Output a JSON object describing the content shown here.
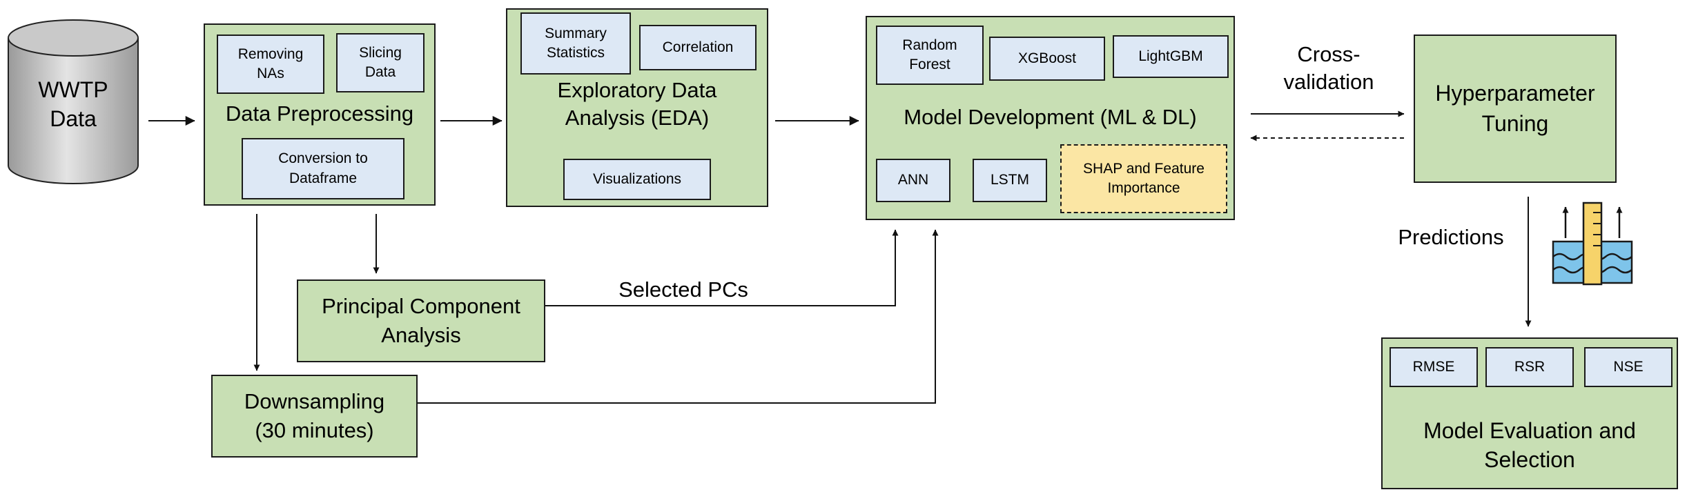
{
  "nodes": {
    "wwtp": "WWTP\nData",
    "preprocessing": {
      "title": "Data Preprocessing",
      "removing_nas": "Removing\nNAs",
      "slicing": "Slicing\nData",
      "conversion": "Conversion to\nDataframe"
    },
    "eda": {
      "title": "Exploratory Data\nAnalysis (EDA)",
      "summary": "Summary\nStatistics",
      "correlation": "Correlation",
      "visualizations": "Visualizations"
    },
    "model_dev": {
      "title": "Model Development (ML & DL)",
      "rf": "Random\nForest",
      "xgb": "XGBoost",
      "lgbm": "LightGBM",
      "ann": "ANN",
      "lstm": "LSTM",
      "shap": "SHAP and Feature\nImportance"
    },
    "pca": "Principal Component\nAnalysis",
    "downsampling": "Downsampling\n(30 minutes)",
    "hyperparameter": "Hyperparameter\nTuning",
    "evaluation": {
      "title": "Model Evaluation and\nSelection",
      "rmse": "RMSE",
      "rsr": "RSR",
      "nse": "NSE"
    }
  },
  "edge_labels": {
    "cross_validation": "Cross-\nvalidation",
    "selected_pcs": "Selected PCs",
    "predictions": "Predictions"
  },
  "icons": {
    "database": "database-cylinder-icon",
    "water_level": "water-level-gauge-icon"
  },
  "colors": {
    "process_fill": "#c8dfb4",
    "method_fill": "#dde8f5",
    "explain_fill": "#fbe6a4",
    "database_fill": "#c8c8c8"
  }
}
